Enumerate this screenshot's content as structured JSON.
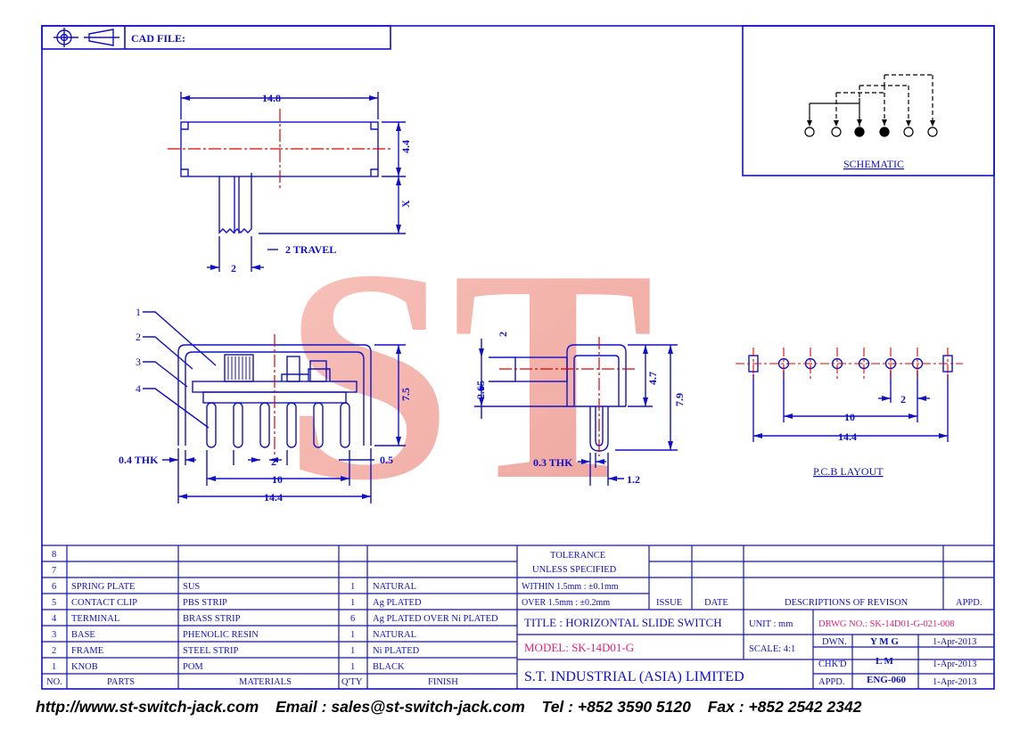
{
  "header": {
    "cad_label": "CAD FILE:"
  },
  "dims_top": {
    "width": "14.8",
    "height": "4.4",
    "x": "X",
    "travel": "2 TRAVEL",
    "knob": "2"
  },
  "dims_front": {
    "h": "7.5",
    "thk": "0.4 THK",
    "pitch": "2",
    "span10": "10",
    "span144": "14.4",
    "tip": "0.5"
  },
  "dims_side": {
    "a": "2",
    "b": "2.65",
    "c": "4.7",
    "d": "7.9",
    "thk": "0.3 THK",
    "e": "1.2"
  },
  "dims_pcb": {
    "pitch": "2",
    "span10": "10",
    "span144": "14.4",
    "caption": "P.C.B LAYOUT"
  },
  "callouts": [
    "1",
    "2",
    "3",
    "4"
  ],
  "schematic": {
    "caption": "SCHEMATIC"
  },
  "logo": "ST",
  "parts_table": {
    "headers": {
      "no": "NO.",
      "parts": "PARTS",
      "materials": "MATERIALS",
      "qty": "Q'TY",
      "finish": "FINISH"
    },
    "rows": [
      {
        "no": "8",
        "part": "",
        "material": "",
        "qty": "",
        "finish": ""
      },
      {
        "no": "7",
        "part": "",
        "material": "",
        "qty": "",
        "finish": ""
      },
      {
        "no": "6",
        "part": "SPRING PLATE",
        "material": "SUS",
        "qty": "1",
        "finish": "NATURAL"
      },
      {
        "no": "5",
        "part": "CONTACT CLIP",
        "material": "PBS STRIP",
        "qty": "1",
        "finish": "Ag PLATED"
      },
      {
        "no": "4",
        "part": "TERMINAL",
        "material": "BRASS STRIP",
        "qty": "6",
        "finish": "Ag PLATED OVER Ni PLATED"
      },
      {
        "no": "3",
        "part": "BASE",
        "material": "PHENOLIC RESIN",
        "qty": "1",
        "finish": "NATURAL"
      },
      {
        "no": "2",
        "part": "FRAME",
        "material": "STEEL STRIP",
        "qty": "1",
        "finish": "Ni PLATED"
      },
      {
        "no": "1",
        "part": "KNOB",
        "material": "POM",
        "qty": "1",
        "finish": "BLACK"
      }
    ]
  },
  "title_block": {
    "tolerance_1": "TOLERANCE",
    "tolerance_2": "UNLESS   SPECIFIED",
    "within": "WITHIN  1.5mm : ±0.1mm",
    "over": "OVER    1.5mm : ±0.2mm",
    "issue": "ISSUE",
    "date": "DATE",
    "descriptions": "DESCRIPTIONS OF REVISON",
    "appd": "APPD.",
    "title": "TITLE : HORIZONTAL SLIDE SWITCH",
    "unit": "UNIT :  mm",
    "drwg": "DRWG NO.: SK-14D01-G-021-008",
    "model": "MODEL: SK-14D01-G",
    "scale": "SCALE:  4:1",
    "dwn_label": "DWN.",
    "dwn_name": "Y M G",
    "dwn_date": "1-Apr-2013",
    "chkd_label": "CHK'D",
    "chkd_name": "L M",
    "chkd_date": "1-Apr-2013",
    "appd_label": "APPD.",
    "appd_name": "ENG-060",
    "appd_date": "1-Apr-2013",
    "company": "S.T.  INDUSTRIAL  (ASIA)  LIMITED"
  },
  "footer": {
    "web": "http://www.st-switch-jack.com",
    "email": "Email : sales@st-switch-jack.com",
    "tel": "Tel : +852 3590 5120",
    "fax": "Fax : +852 2542 2342"
  },
  "colors": {
    "line": "#1010c8",
    "center": "#e00000",
    "logo": "#f2a39b",
    "label": "#e0207a"
  }
}
